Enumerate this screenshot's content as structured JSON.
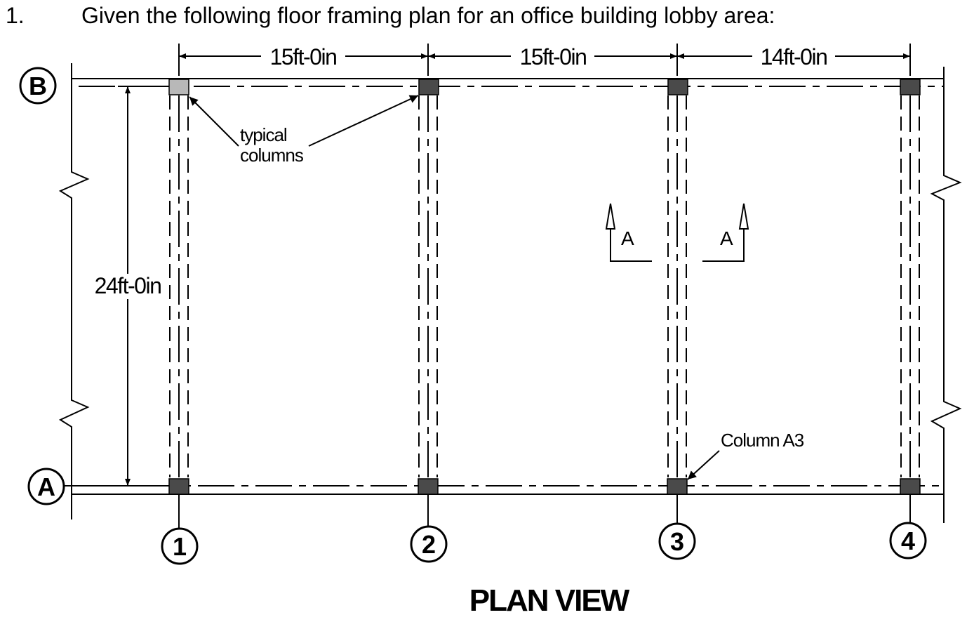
{
  "problem": {
    "number": "1.",
    "text": "Given the following floor framing plan for an office building lobby area:"
  },
  "dimensions": {
    "span_1_2": "15ft-0in",
    "span_2_3": "15ft-0in",
    "span_3_4": "14ft-0in",
    "span_a_b": "24ft-0in"
  },
  "grid_lines": {
    "rows": [
      "A",
      "B"
    ],
    "columns": [
      "1",
      "2",
      "3",
      "4"
    ]
  },
  "annotations": {
    "typical_line1": "typical",
    "typical_line2": "columns",
    "column_a3": "Column A3"
  },
  "section_marks": {
    "left": "A",
    "right": "A"
  },
  "title": "PLAN VIEW",
  "colors": {
    "line": "#000000",
    "column_fill": "#4a4a4a",
    "highlight_column_fill": "#b8b8b8"
  }
}
